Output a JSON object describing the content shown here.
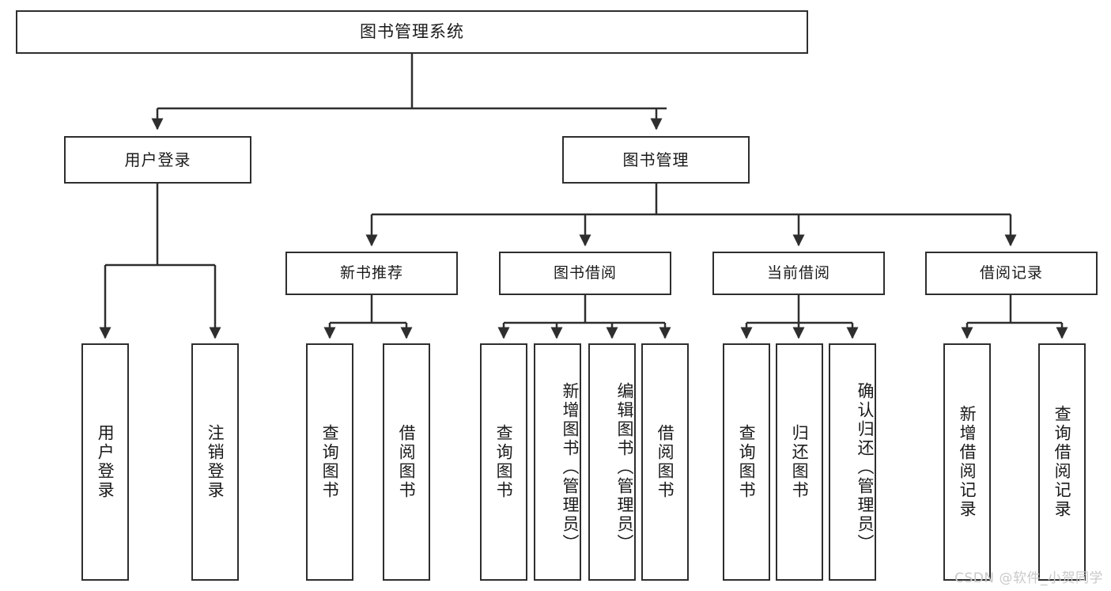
{
  "diagram": {
    "type": "tree",
    "title": "图书管理系统",
    "root": {
      "id": "root",
      "label": "图书管理系统"
    },
    "level1": [
      {
        "id": "user-login",
        "label": "用户登录"
      },
      {
        "id": "book-manage",
        "label": "图书管理"
      }
    ],
    "level2": [
      {
        "id": "new-book-rec",
        "label": "新书推荐",
        "parent": "book-manage"
      },
      {
        "id": "book-borrow",
        "label": "图书借阅",
        "parent": "book-manage"
      },
      {
        "id": "current-borrow",
        "label": "当前借阅",
        "parent": "book-manage"
      },
      {
        "id": "borrow-record",
        "label": "借阅记录",
        "parent": "book-manage"
      }
    ],
    "leaves": [
      {
        "id": "leaf-user-login",
        "label": "用户登录",
        "parent": "user-login"
      },
      {
        "id": "leaf-user-logout",
        "label": "注销登录",
        "parent": "user-login"
      },
      {
        "id": "leaf-query-book-1",
        "label": "查询图书",
        "parent": "new-book-rec"
      },
      {
        "id": "leaf-borrow-book-1",
        "label": "借阅图书",
        "parent": "new-book-rec"
      },
      {
        "id": "leaf-query-book-2",
        "label": "查询图书",
        "parent": "book-borrow"
      },
      {
        "id": "leaf-add-book",
        "label": "新增图书（管理员）",
        "parent": "book-borrow"
      },
      {
        "id": "leaf-edit-book",
        "label": "编辑图书（管理员）",
        "parent": "book-borrow"
      },
      {
        "id": "leaf-borrow-book-2",
        "label": "借阅图书",
        "parent": "book-borrow"
      },
      {
        "id": "leaf-query-book-3",
        "label": "查询图书",
        "parent": "current-borrow"
      },
      {
        "id": "leaf-return-book",
        "label": "归还图书",
        "parent": "current-borrow"
      },
      {
        "id": "leaf-confirm-return",
        "label": "确认归还（管理员）",
        "parent": "current-borrow"
      },
      {
        "id": "leaf-add-record",
        "label": "新增借阅记录",
        "parent": "borrow-record"
      },
      {
        "id": "leaf-query-record",
        "label": "查询借阅记录",
        "parent": "borrow-record"
      }
    ],
    "colors": {
      "stroke": "#2e2e2e",
      "fill": "#ffffff",
      "text": "#1a1a1a",
      "watermark": "#c9c9c9"
    }
  },
  "watermark": {
    "text": "CSDN @软件_小贺同学"
  }
}
